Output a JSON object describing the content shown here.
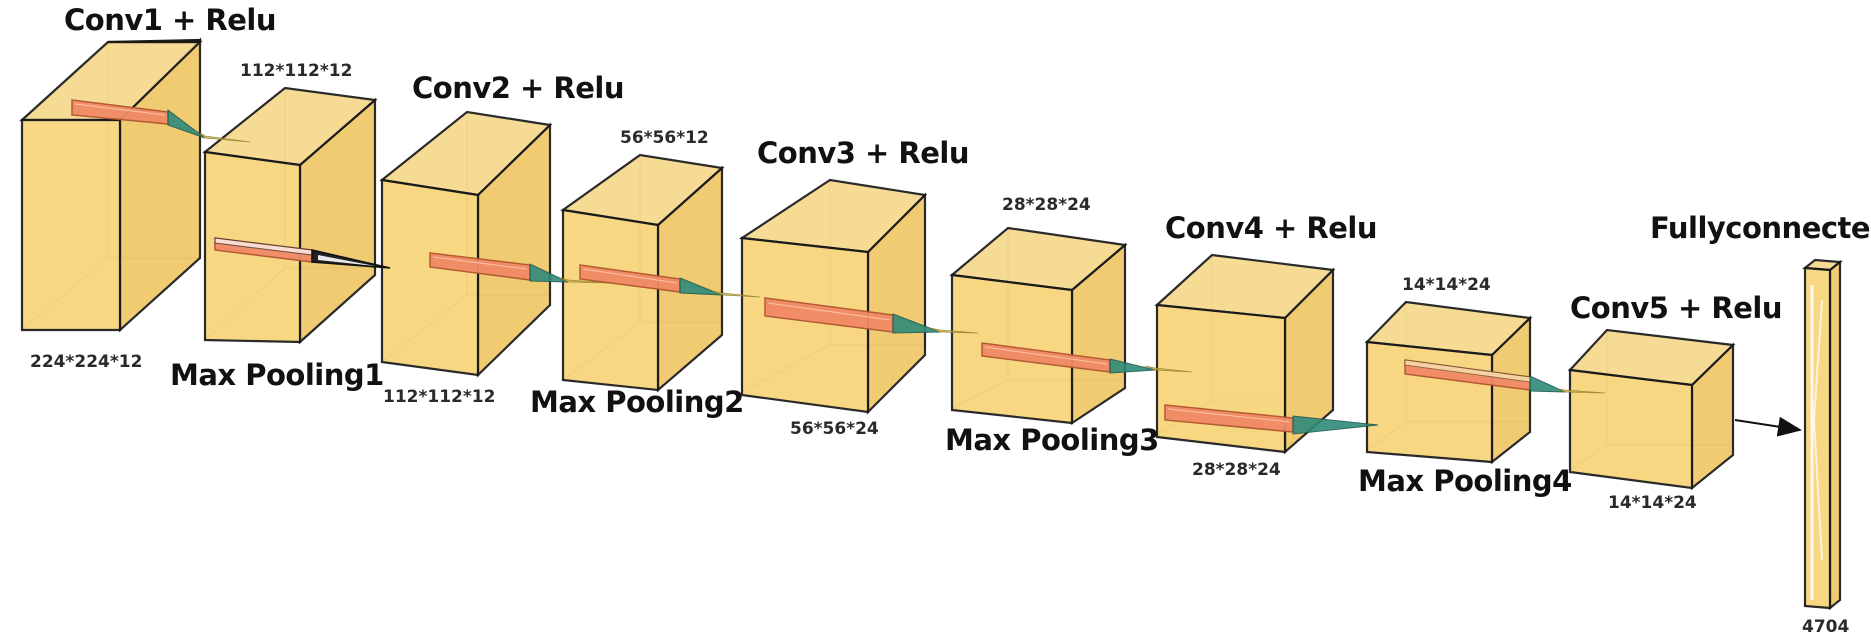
{
  "layers": [
    {
      "title": "Conv1 + Relu",
      "bottom_label": "224*224*12"
    },
    {
      "title": "Max Pooling1",
      "top_label": "112*112*12"
    },
    {
      "title": "Conv2 + Relu",
      "bottom_label": "112*112*12"
    },
    {
      "title": "Max Pooling2",
      "top_label": "56*56*12"
    },
    {
      "title": "Conv3 + Relu",
      "bottom_label": "56*56*24"
    },
    {
      "title": "Max Pooling3",
      "top_label": "28*28*24"
    },
    {
      "title": "Conv4 + Relu",
      "bottom_label": "28*28*24"
    },
    {
      "title": "Max Pooling4",
      "top_label": "14*14*24"
    },
    {
      "title": "Conv5 + Relu",
      "bottom_label": "14*14*24"
    },
    {
      "title": "Fullyconnected",
      "bottom_label": "4704"
    }
  ],
  "colors": {
    "box_fill": "#f8d47a",
    "box_stroke": "#1a1a1a",
    "kernel": "#f08a66",
    "cone": "#2f8a79"
  }
}
